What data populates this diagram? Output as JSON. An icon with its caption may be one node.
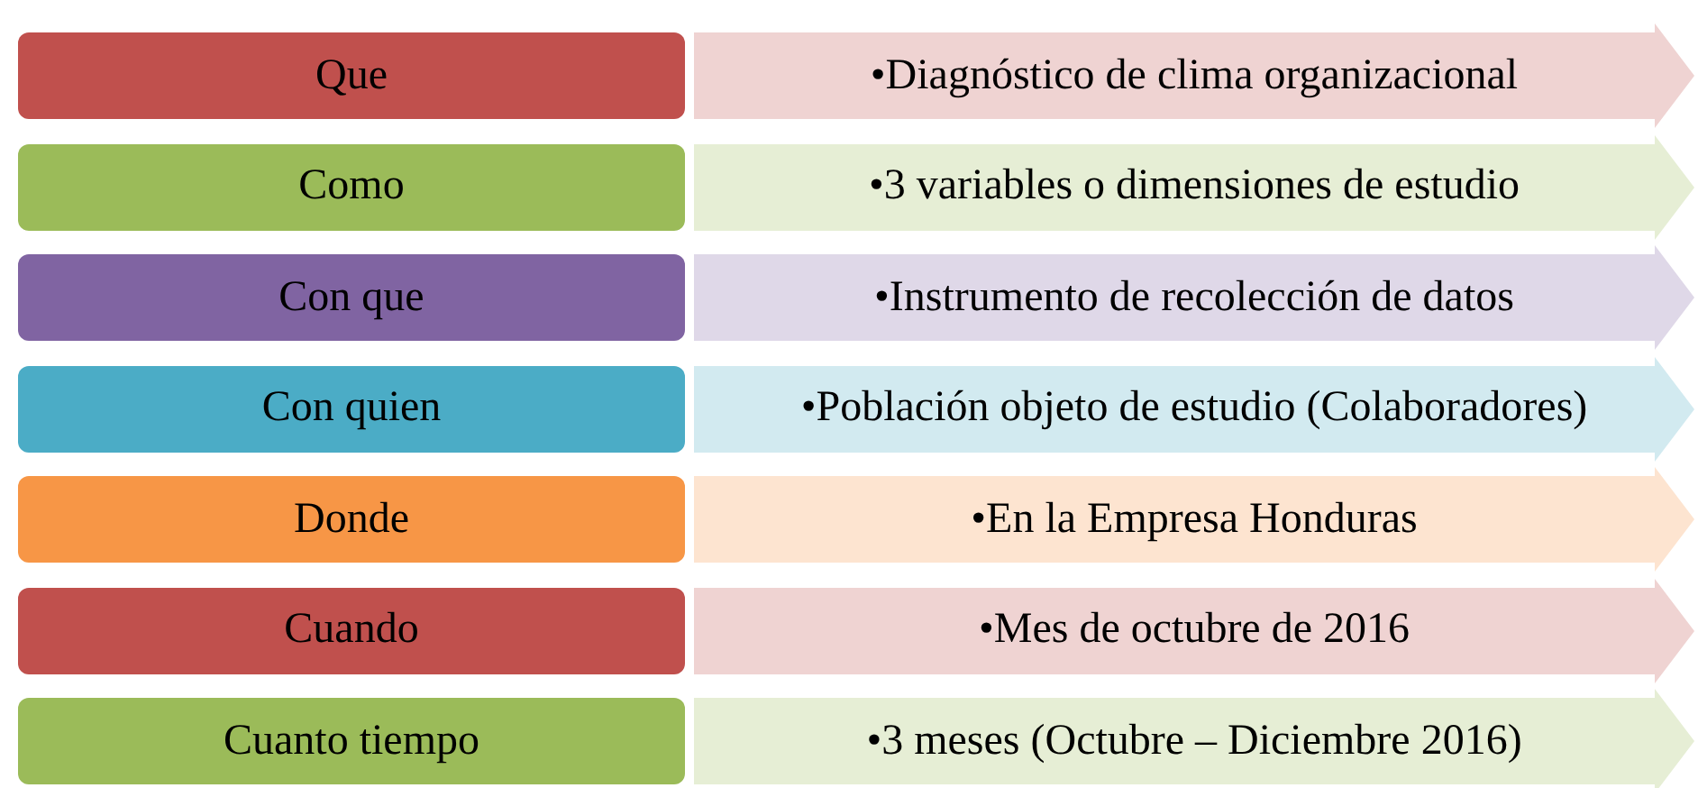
{
  "diagram": {
    "nodes": [
      {
        "text": [
          "Que"
        ]
      },
      {
        "text": [
          "•Diagnóstico de clima organizacional"
        ]
      },
      {
        "text": [
          "Como"
        ]
      },
      {
        "text": [
          "•3 variables o dimensiones de estudio"
        ]
      },
      {
        "text": [
          "Con que"
        ]
      },
      {
        "text": [
          "•Instrumento de recolección de datos"
        ]
      },
      {
        "text": [
          "Con quien"
        ]
      },
      {
        "text": [
          "•Población objeto de estudio (Colaboradores)"
        ]
      },
      {
        "text": [
          "Donde"
        ]
      },
      {
        "text": [
          "•En la Empresa Honduras"
        ]
      },
      {
        "text": [
          "Cuando"
        ]
      },
      {
        "text": [
          "•Mes de octubre de 2016"
        ]
      },
      {
        "text": [
          "Cuanto tiempo"
        ]
      },
      {
        "text": [
          "•3 meses (Octubre – Diciembre  2016)"
        ]
      }
    ]
  }
}
